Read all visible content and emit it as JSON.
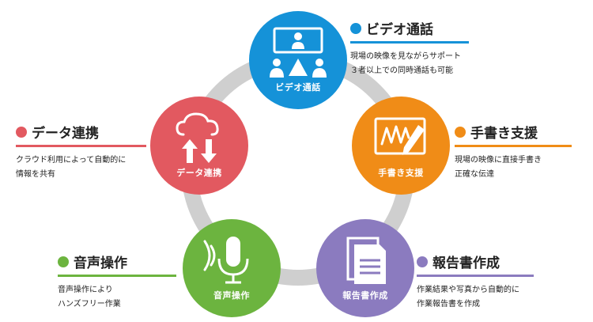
{
  "colors": {
    "blue": "#1592d8",
    "orange": "#f08c17",
    "purple": "#8b7bbf",
    "green": "#6cb43f",
    "red": "#e25960",
    "ring": "#cfcfcf"
  },
  "features": {
    "video": {
      "icon": "video-call-icon",
      "circle_label": "ビデオ通話",
      "title": "ビデオ通話",
      "desc": [
        "現場の映像を見ながらサポート",
        "３者以上での同時通話も可能"
      ]
    },
    "handwriting": {
      "icon": "pen-tablet-icon",
      "circle_label": "手書き支援",
      "title": "手書き支援",
      "desc": [
        "現場の映像に直接手書き",
        "正確な伝達"
      ]
    },
    "report": {
      "icon": "document-icon",
      "circle_label": "報告書作成",
      "title": "報告書作成",
      "desc": [
        "作業結果や写真から自動的に",
        "作業報告書を作成"
      ]
    },
    "voice": {
      "icon": "microphone-icon",
      "circle_label": "音声操作",
      "title": "音声操作",
      "desc": [
        "音声操作により",
        "ハンズフリー作業"
      ]
    },
    "data": {
      "icon": "cloud-sync-icon",
      "circle_label": "データ連携",
      "title": "データ連携",
      "desc": [
        "クラウド利用によって自動的に",
        "情報を共有"
      ]
    }
  }
}
